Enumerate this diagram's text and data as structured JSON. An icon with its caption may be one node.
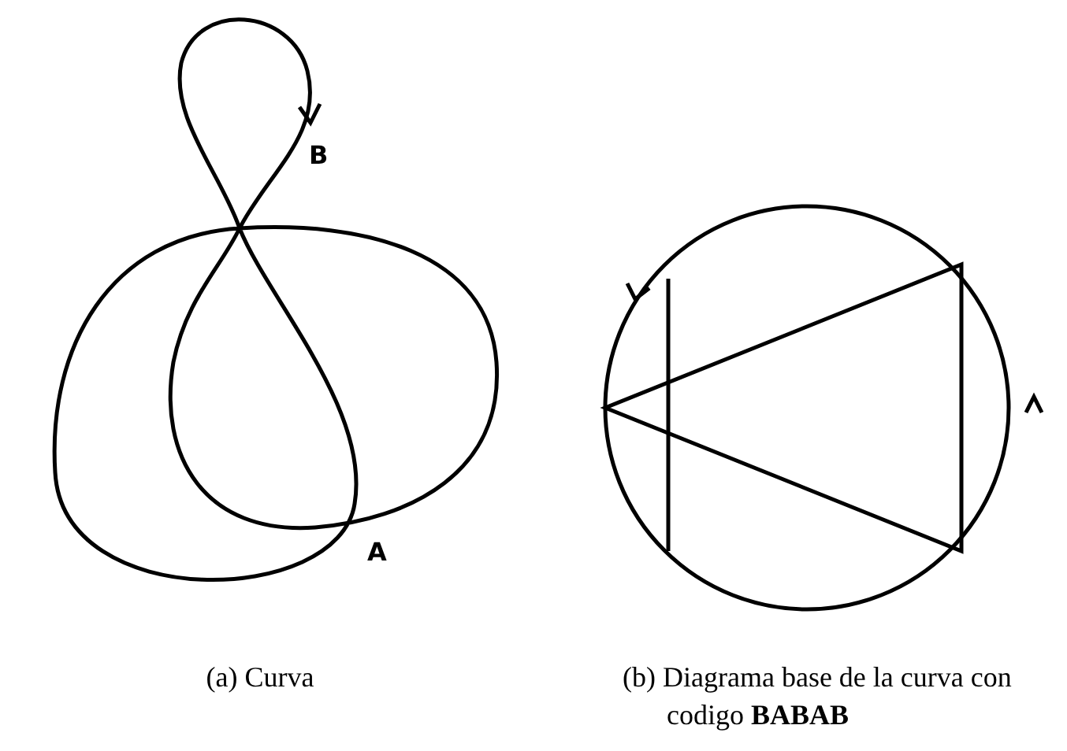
{
  "diagram": {
    "labels": [
      "B",
      "A",
      "(a) Curva",
      "(b) Diagrama base de la curva con codigo **BABAB**"
    ]
  }
}
